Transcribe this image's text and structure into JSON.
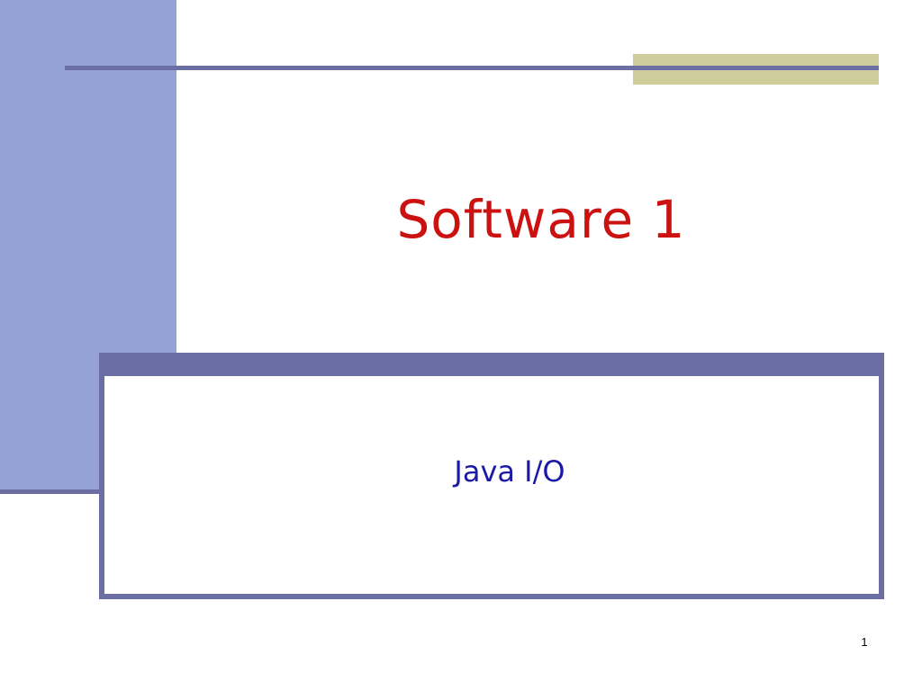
{
  "slide": {
    "title": "Software 1",
    "subtitle": "Java I/O",
    "page_number": "1"
  },
  "colors": {
    "left_band": "#94a3d3",
    "rule": "#6a6ea3",
    "accent": "#cfcd9b",
    "title_text": "#cc1111",
    "subtitle_text": "#1a1aa6"
  }
}
